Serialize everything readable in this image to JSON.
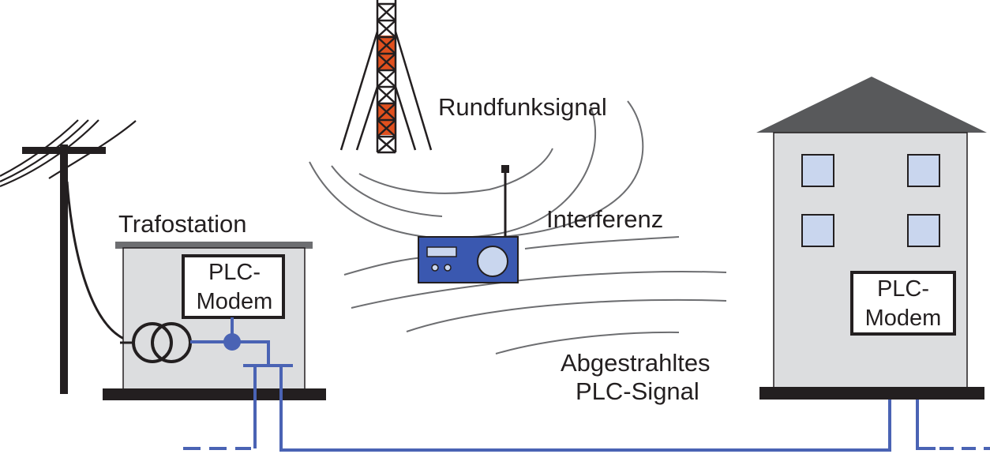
{
  "labels": {
    "broadcast_signal": "Rundfunksignal",
    "interference": "Interferenz",
    "radiated_line1": "Abgestrahltes",
    "radiated_line2": "PLC-Signal",
    "substation": "Trafostation"
  },
  "substation_modem": {
    "line1": "PLC-",
    "line2": "Modem"
  },
  "house_modem": {
    "line1": "PLC-",
    "line2": "Modem"
  },
  "colors": {
    "cable": "#4a63b4",
    "radio": "#3a58b0",
    "tower_accent": "#e0501e",
    "building_fill": "#dcdddf",
    "roof": "#58595b",
    "window": "#c9d6ee",
    "outline": "#231f20",
    "wave": "#6d6e71"
  },
  "icons": [
    "power-pole-icon",
    "transmission-tower-icon",
    "radio-icon",
    "transformer-icon",
    "house-icon"
  ]
}
